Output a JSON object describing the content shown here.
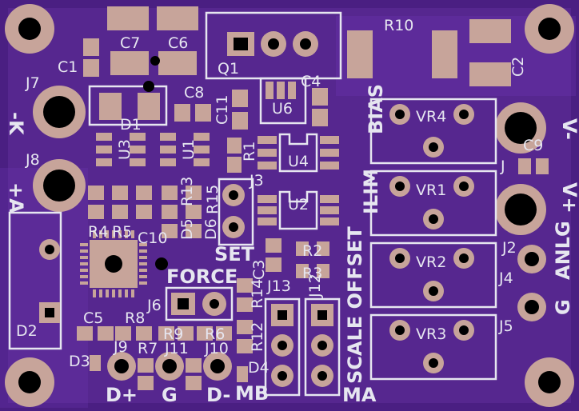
{
  "board": {
    "colors": {
      "substrate": "#4a1f82",
      "copper": "#6a35b0",
      "silk": "#e6e6f0",
      "pad": "#c7a49a",
      "hole": "#000000",
      "edge": "#2a1060"
    },
    "refs": {
      "c7": "C7",
      "c6": "C6",
      "c1": "C1",
      "q1": "Q1",
      "r10": "R10",
      "c2": "C2",
      "j7": "J7",
      "c8": "C8",
      "c4": "C4",
      "c11": "C11",
      "u6": "U6",
      "d1": "D1",
      "u3": "U3",
      "u1": "U1",
      "r1": "R1",
      "u4": "U4",
      "vr4": "VR4",
      "c9": "C9",
      "j": "J",
      "j8": "J8",
      "j3": "J3",
      "u2": "U2",
      "r15": "R15",
      "r13": "R13",
      "vr1": "VR1",
      "r4": "R4",
      "r5": "R5",
      "c10": "C10",
      "d5": "D5",
      "d6": "D6",
      "r2": "R2",
      "j2": "J2",
      "r3": "R3",
      "c3": "C3",
      "vr2": "VR2",
      "j4": "J4",
      "j13": "J13",
      "j12": "J12",
      "r14": "R14",
      "j6": "J6",
      "c5": "C5",
      "r8": "R8",
      "d2": "D2",
      "vr3": "VR3",
      "j5": "J5",
      "r9": "R9",
      "r6": "R6",
      "r12": "R12",
      "j9": "J9",
      "r7": "R7",
      "j11": "J11",
      "j10": "J10",
      "d3": "D3",
      "d4": "D4"
    },
    "labels": {
      "k_minus": "-K",
      "a_plus": "+A",
      "bias": "BIAS",
      "ilim": "ILIM",
      "set": "SET",
      "force": "FORCE",
      "scale_offset": "SCALE OFFSET",
      "v_minus": "V-",
      "v_plus": "V+",
      "anlg": "ANLG",
      "g_right": "G",
      "d_plus": "D+",
      "g_bottom": "G",
      "d_minus": "D-",
      "mb": "MB",
      "ma": "MA"
    }
  }
}
